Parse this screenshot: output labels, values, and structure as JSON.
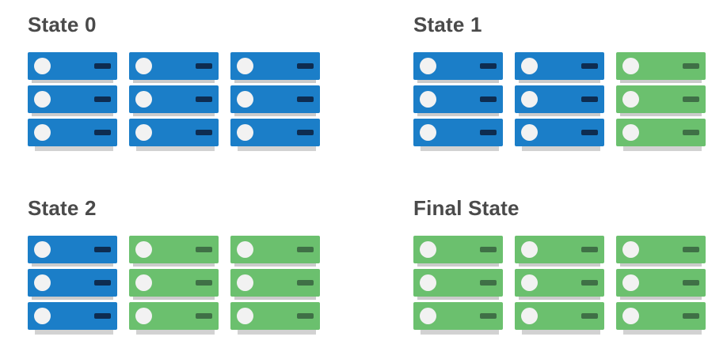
{
  "page": {
    "background": "#ffffff",
    "description": "Four-panel diagram showing server racks migrating from blue to green, one rack per state"
  },
  "colors": {
    "blue": "#1b7ec8",
    "blue_dash": "#0e2c50",
    "green": "#6bc06e",
    "green_dash": "#3f7046",
    "led": "#f2f2f2",
    "unit_shadow": "#cbcbcb",
    "bottom_shadow": "#d2d2d2",
    "title": "#4a4a4a"
  },
  "icons": {
    "power_led": "white circle glyph on each server face",
    "drive_slot": "short dark rounded dash on each server face"
  },
  "diagram": {
    "servers_per_rack": 3,
    "racks_per_state": 3,
    "states": [
      {
        "label": "State 0",
        "racks": [
          "blue",
          "blue",
          "blue"
        ]
      },
      {
        "label": "State 1",
        "racks": [
          "blue",
          "blue",
          "green"
        ]
      },
      {
        "label": "State 2",
        "racks": [
          "blue",
          "green",
          "green"
        ]
      },
      {
        "label": "Final State",
        "racks": [
          "green",
          "green",
          "green"
        ]
      }
    ]
  }
}
